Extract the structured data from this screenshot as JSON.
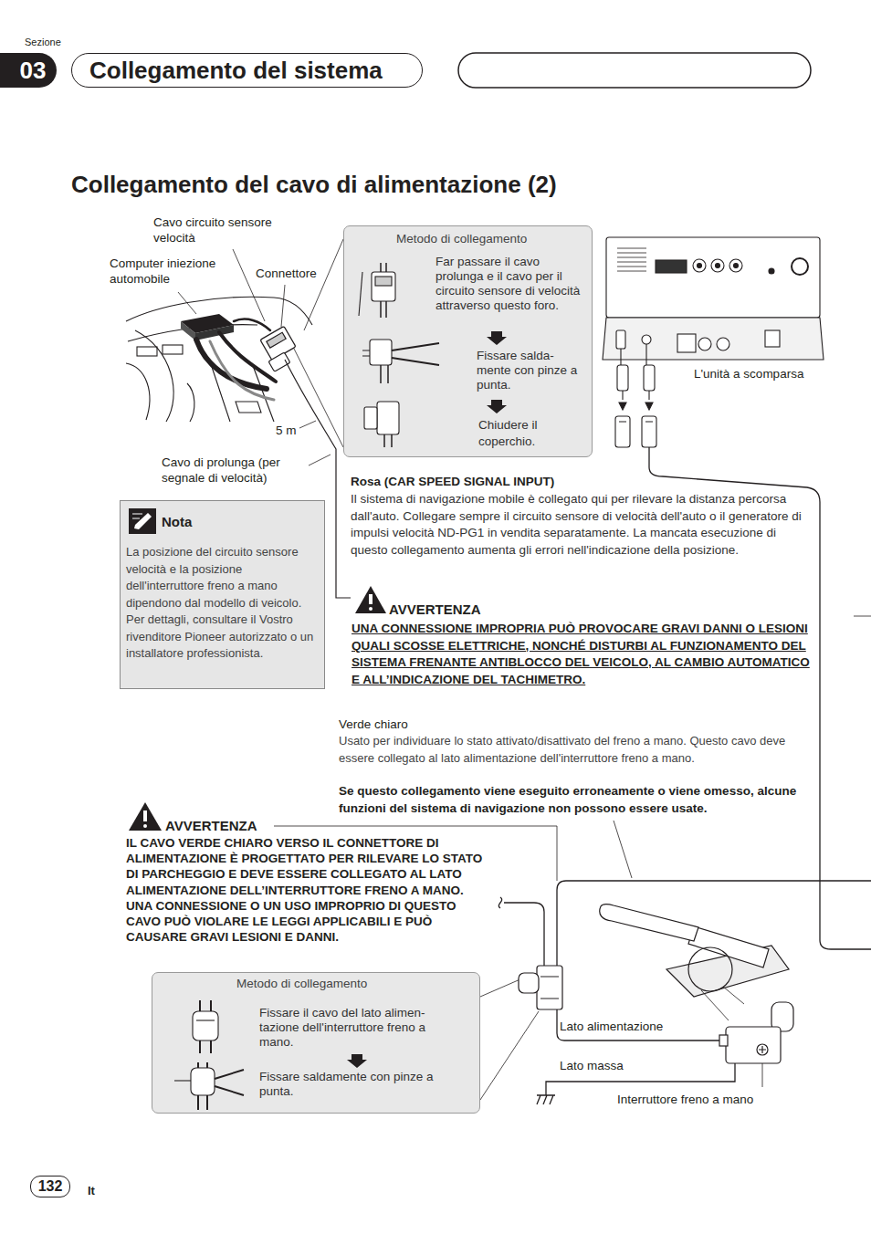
{
  "diagram": {
    "title": "Collegamento del cavo di alimentazione (2)",
    "nodes": [
      {
        "text": [
          "03"
        ]
      },
      {
        "text": [
          "Collegamento del sistema"
        ]
      },
      {
        "text": [
          "Metodo di collegamento",
          "Far passare il cavo prolunga e il cavo per il circuito sensore di velocità attraverso questo foro.",
          "Fissare salda- mente con pinze a punta.",
          "Chiudere il coperchio."
        ]
      },
      {
        "text": [
          "Nota",
          "La posizione del circuito sensore velocità e la posizione dell'interruttore freno a mano dipendono dal modello di veicolo. Per dettagli, consultare il Vostro rivenditore Pioneer autorizzato o un installatore professionista."
        ]
      },
      {
        "text": [
          "Metodo di collegamento",
          "Fissare il cavo del lato alimen- tazione dell'interruttore freno a mano.",
          "Fissare saldamente con pinze a punta."
        ]
      },
      {
        "text": [
          "132"
        ]
      }
    ],
    "labels": [
      "Sezione",
      "Cavo circuito sensore velocità",
      "Computer iniezione automobile",
      "Connettore",
      "5 m",
      "Cavo di prolunga (per segnale di velocità)",
      "L'unità a scomparsa",
      "Rosa (CAR SPEED SIGNAL INPUT)",
      "Il sistema di navigazione mobile è collegato qui per rilevare la distanza percorsa dall'auto. Collegare sempre il circuito sensore di velocità dell'auto o il generatore di impulsi velocità ND-PG1 in vendita separatamente. La mancata esecuzione di questo collegamento aumenta gli errori nell'indicazione della posizione.",
      "AVVERTENZA",
      "UNA CONNESSIONE IMPROPRIA PUÒ PROVOCARE GRAVI DANNI O LESIONI QUALI SCOSSE ELETTRICHE, NONCHÉ DISTURBI AL FUNZIONAMENTO DEL SISTEMA FRENANTE ANTIBLOCCO DEL VEICOLO, AL CAMBIO AUTOMATICO E ALL’INDICAZIONE DEL TACHIMETRO.",
      "Verde chiaro",
      "Usato per individuare lo stato attivato/disattivato del freno a mano. Questo cavo deve essere collegato al lato alimentazione dell'interruttore freno a mano.",
      "Se questo collegamento viene eseguito erroneamente o viene omesso, alcune funzioni del sistema di navigazione non possono essere usate.",
      "AVVERTENZA",
      "IL CAVO VERDE CHIARO VERSO IL CONNETTORE DI ALIMENTAZIONE È PROGETTATO PER RILEVARE LO STATO DI PARCHEGGIO E DEVE ESSERE COLLEGATO AL LATO ALIMENTAZIONE DELL’INTERRUTTORE FRENO A MANO. UNA CONNESSIONE O UN USO IMPROPRIO DI QUESTO CAVO PUÒ VIOLARE LE LEGGI APPLICABILI E PUÒ CAUSARE GRAVI LESIONI E DANNI.",
      "Lato alimentazione",
      "Lato massa",
      "Interruttore freno a mano",
      "It"
    ]
  }
}
